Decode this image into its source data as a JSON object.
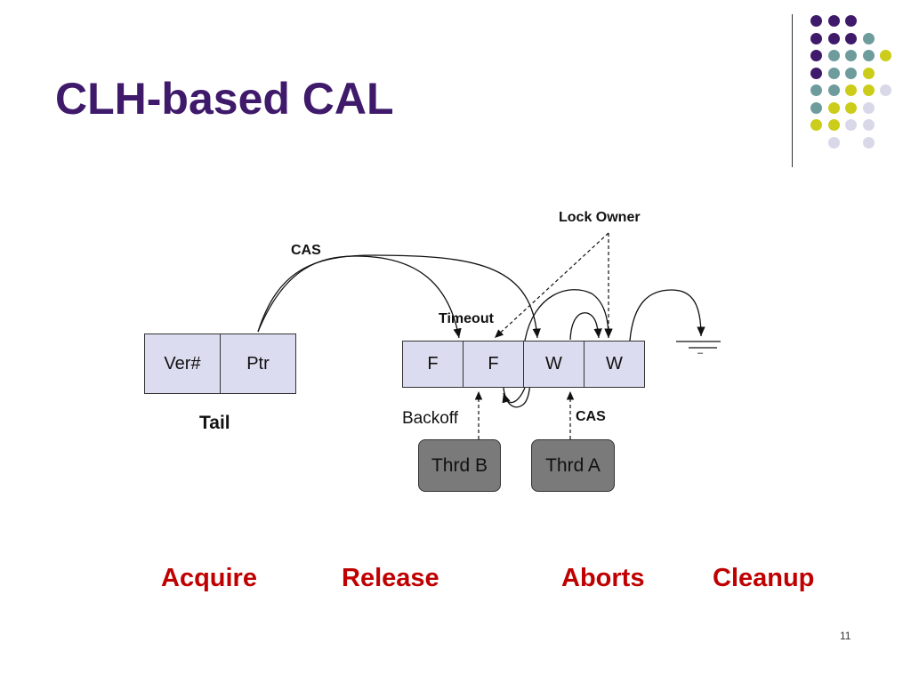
{
  "slide": {
    "title": "CLH-based CAL",
    "page_number": "11"
  },
  "theme_colors": {
    "title": "#3f1a6b",
    "phase_labels": "#c00000",
    "cell_fill": "#dcdcf0",
    "thread_fill": "#7a7a7a",
    "dot_purple": "#3f1a6b",
    "dot_teal": "#6e9c9c",
    "dot_yellow": "#cccc1a",
    "dot_lavender": "#d8d8e8"
  },
  "decoration": {
    "dot_grid_rows": [
      [
        "purple",
        "purple",
        "purple",
        "",
        ""
      ],
      [
        "purple",
        "purple",
        "purple",
        "teal",
        ""
      ],
      [
        "purple",
        "teal",
        "teal",
        "teal",
        "yellow"
      ],
      [
        "purple",
        "teal",
        "teal",
        "yellow",
        ""
      ],
      [
        "teal",
        "teal",
        "yellow",
        "yellow",
        "lavender"
      ],
      [
        "teal",
        "yellow",
        "yellow",
        "lavender",
        ""
      ],
      [
        "yellow",
        "yellow",
        "lavender",
        "lavender",
        ""
      ],
      [
        "",
        "lavender",
        "",
        "lavender",
        ""
      ]
    ]
  },
  "diagram": {
    "tail": {
      "cells": [
        "Ver#",
        "Ptr"
      ],
      "label": "Tail"
    },
    "queue_cells": [
      "F",
      "F",
      "W",
      "W"
    ],
    "threads": {
      "b": "Thrd B",
      "a": "Thrd A"
    },
    "annotations": {
      "cas_top": "CAS",
      "lock_owner": "Lock Owner",
      "timeout": "Timeout",
      "backoff": "Backoff",
      "cas_bottom": "CAS",
      "ground_minus": "–"
    }
  },
  "phases": [
    "Acquire",
    "Release",
    "Aborts",
    "Cleanup"
  ]
}
